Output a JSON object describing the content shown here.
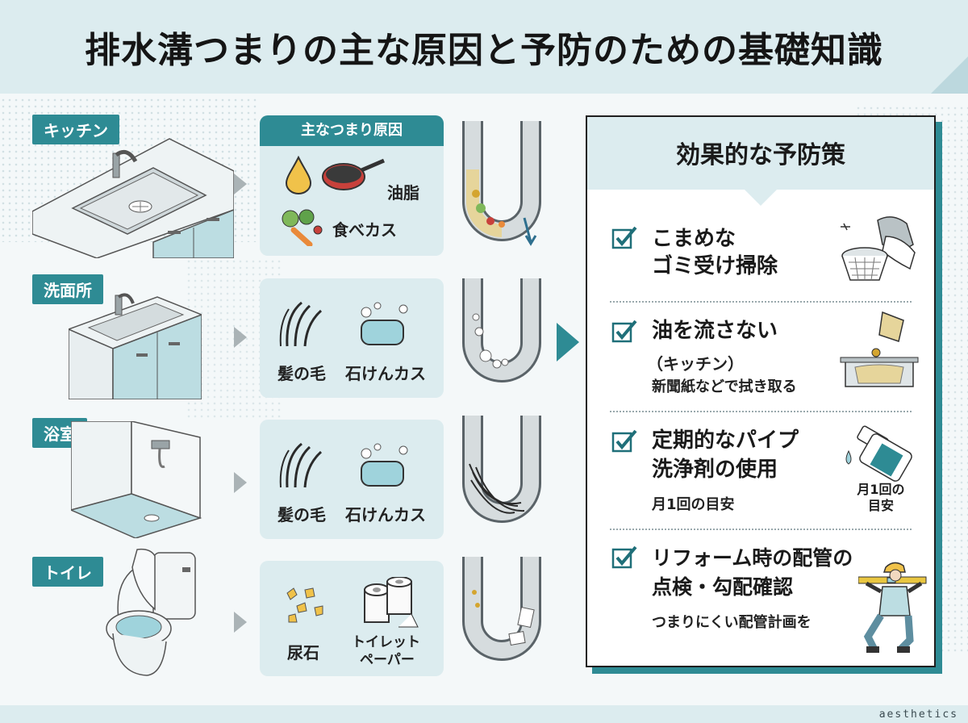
{
  "title": "排水溝つまりの主な原因と予防のための基礎知識",
  "brand": "aesthetics",
  "causes_header": "主なつまり原因",
  "rooms": [
    {
      "label": "キッチン",
      "causes": [
        "油脂",
        "食べカス"
      ]
    },
    {
      "label": "洗面所",
      "causes": [
        "髪の毛",
        "石けんカス"
      ]
    },
    {
      "label": "浴室",
      "causes": [
        "髪の毛",
        "石けんカス"
      ]
    },
    {
      "label": "トイレ",
      "causes": [
        "尿石",
        "トイレット",
        "ペーパー"
      ]
    }
  ],
  "prevention": {
    "title": "効果的な予防策",
    "tips": [
      {
        "lines": [
          "こまめな",
          "ゴミ受け掃除"
        ]
      },
      {
        "lines": [
          "油を流さない"
        ],
        "sub": [
          "（キッチン）",
          "新聞紙などで拭き取る"
        ]
      },
      {
        "lines": [
          "定期的なパイプ",
          "洗浄剤の使用"
        ],
        "sub": [
          "月1回の目安"
        ],
        "note": [
          "月1回の",
          "目安"
        ]
      },
      {
        "lines": [
          "リフォーム時の配管の",
          "点検・勾配確認"
        ],
        "sub": [
          "つまりにくい配管計画を"
        ]
      }
    ]
  },
  "colors": {
    "accent": "#2e8b94",
    "panel": "#dcecef",
    "check": "#1f6f79"
  }
}
